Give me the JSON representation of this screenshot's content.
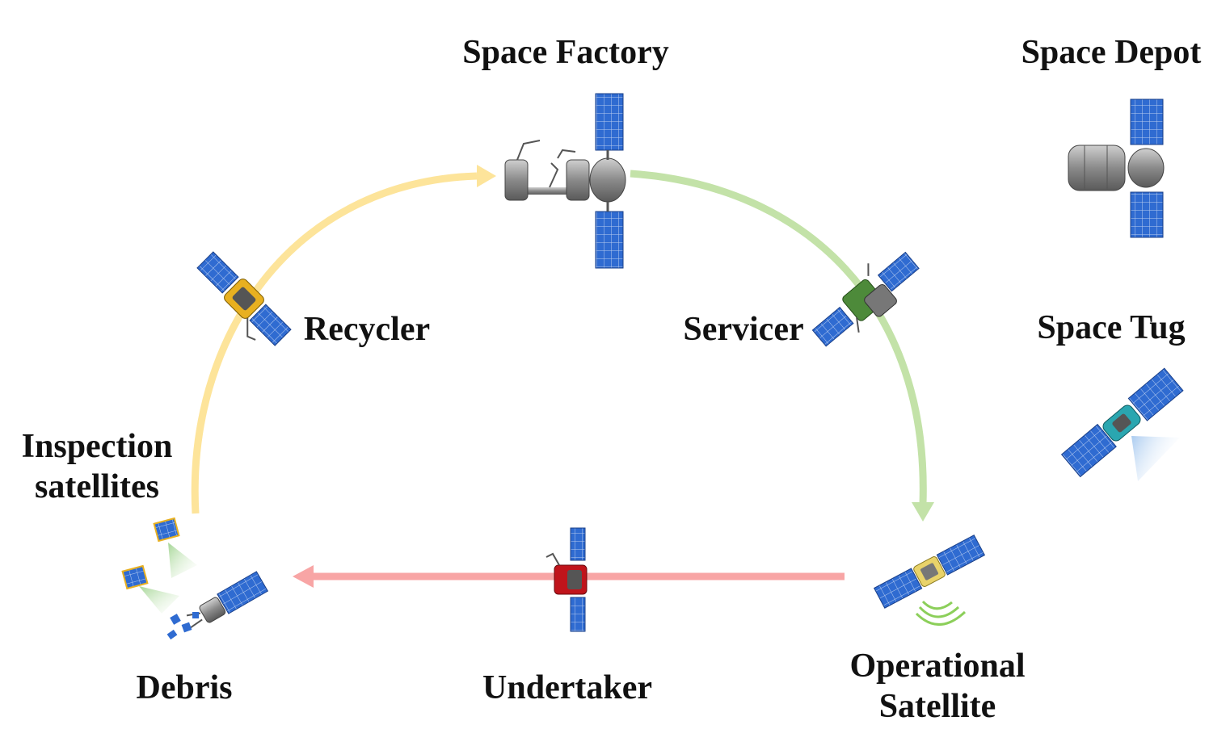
{
  "labels": {
    "space_factory": "Space Factory",
    "space_depot": "Space Depot",
    "recycler": "Recycler",
    "servicer": "Servicer",
    "space_tug": "Space Tug",
    "inspection_line1": "Inspection",
    "inspection_line2": "satellites",
    "debris": "Debris",
    "undertaker": "Undertaker",
    "operational_line1": "Operational",
    "operational_line2": "Satellite"
  },
  "colors": {
    "recycle_arrow": "#fde49a",
    "service_arrow": "#c3e2a8",
    "undertake_arrow": "#f8a5a5",
    "solar_panel": "#2f6bd1",
    "recycler_body": "#e8b020",
    "servicer_body": "#4d8a3a",
    "undertaker_body": "#c0141b",
    "tug_body": "#2aa6b0",
    "module_gray": "#8a8a8a"
  },
  "icons": [
    "space-factory-icon",
    "space-depot-icon",
    "recycler-icon",
    "servicer-icon",
    "space-tug-icon",
    "inspection-satellite-icon",
    "debris-icon",
    "undertaker-icon",
    "operational-satellite-icon"
  ]
}
